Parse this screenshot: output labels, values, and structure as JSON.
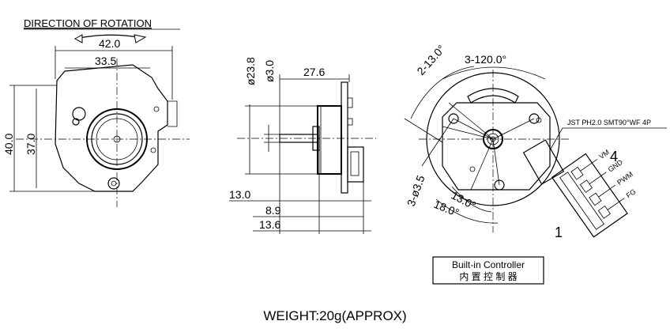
{
  "front_view": {
    "heading": "DIRECTION OF ROTATION",
    "dim_width_outer": "42.0",
    "dim_width_inner": "33.5",
    "dim_height_outer": "40.0",
    "dim_height_inner": "37.0"
  },
  "side_view": {
    "dim_diameter_body": "ø23.8",
    "dim_diameter_shaft": "ø3.0",
    "dim_length": "27.6",
    "dim_flange": "13.0",
    "dim_shaft_a": "8.9",
    "dim_shaft_b": "13.6"
  },
  "rear_view": {
    "dim_angle_mount": "2-13.0°",
    "dim_angle_pcb": "3-120.0°",
    "dim_holes": "3-ø3.5",
    "dim_angle_a": "13.0°",
    "dim_angle_b": "18.0°",
    "connector_spec": "JST PH2.0 SMT90°WF 4P",
    "pin_first": "1",
    "pin_last": "4",
    "pins": [
      "VM",
      "GND",
      "PWM",
      "FG"
    ]
  },
  "controller_box": {
    "line1": "Built-in Controller",
    "line2": "内 置 控 制 器"
  },
  "footer": {
    "weight": "WEIGHT:20g(APPROX)"
  }
}
